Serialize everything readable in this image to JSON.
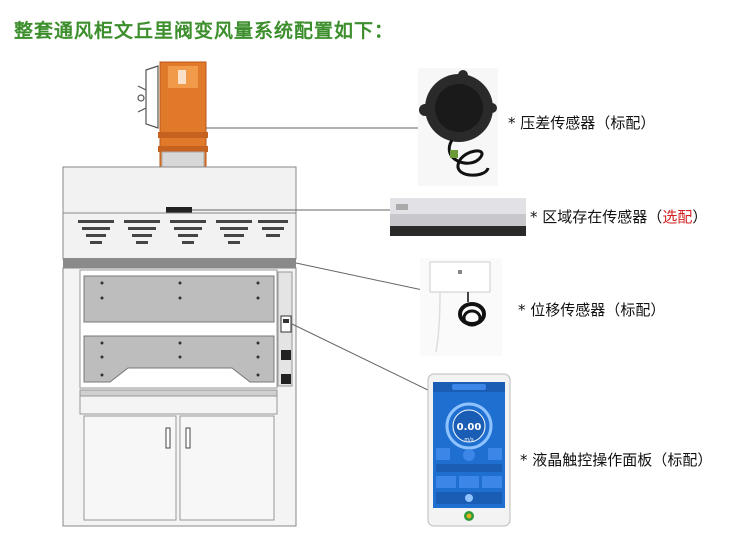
{
  "title": "整套通风柜文丘里阀变风量系统配置如下：",
  "components": [
    {
      "prefix": "* ",
      "name": "压差传感器",
      "open": "（",
      "tag": "标配",
      "close": "）",
      "tag_color": "#111111",
      "icon": "pressure-sensor-icon"
    },
    {
      "prefix": "* ",
      "name": "区域存在传感器",
      "open": "（",
      "tag": "选配",
      "close": "）",
      "tag_color": "#d42020",
      "icon": "presence-sensor-icon"
    },
    {
      "prefix": "* ",
      "name": "位移传感器",
      "open": "（",
      "tag": "标配",
      "close": "）",
      "tag_color": "#111111",
      "icon": "displacement-sensor-icon"
    },
    {
      "prefix": "* ",
      "name": "液晶触控操作面板",
      "open": "（",
      "tag": "标配",
      "close": "）",
      "tag_color": "#111111",
      "icon": "touch-panel-icon"
    }
  ],
  "panel": {
    "reading": "0.00",
    "unit": "m/s"
  },
  "colors": {
    "title_green": "#3d8f2d",
    "valve_orange": "#e07a2a",
    "panel_blue": "#1f6fd1"
  }
}
